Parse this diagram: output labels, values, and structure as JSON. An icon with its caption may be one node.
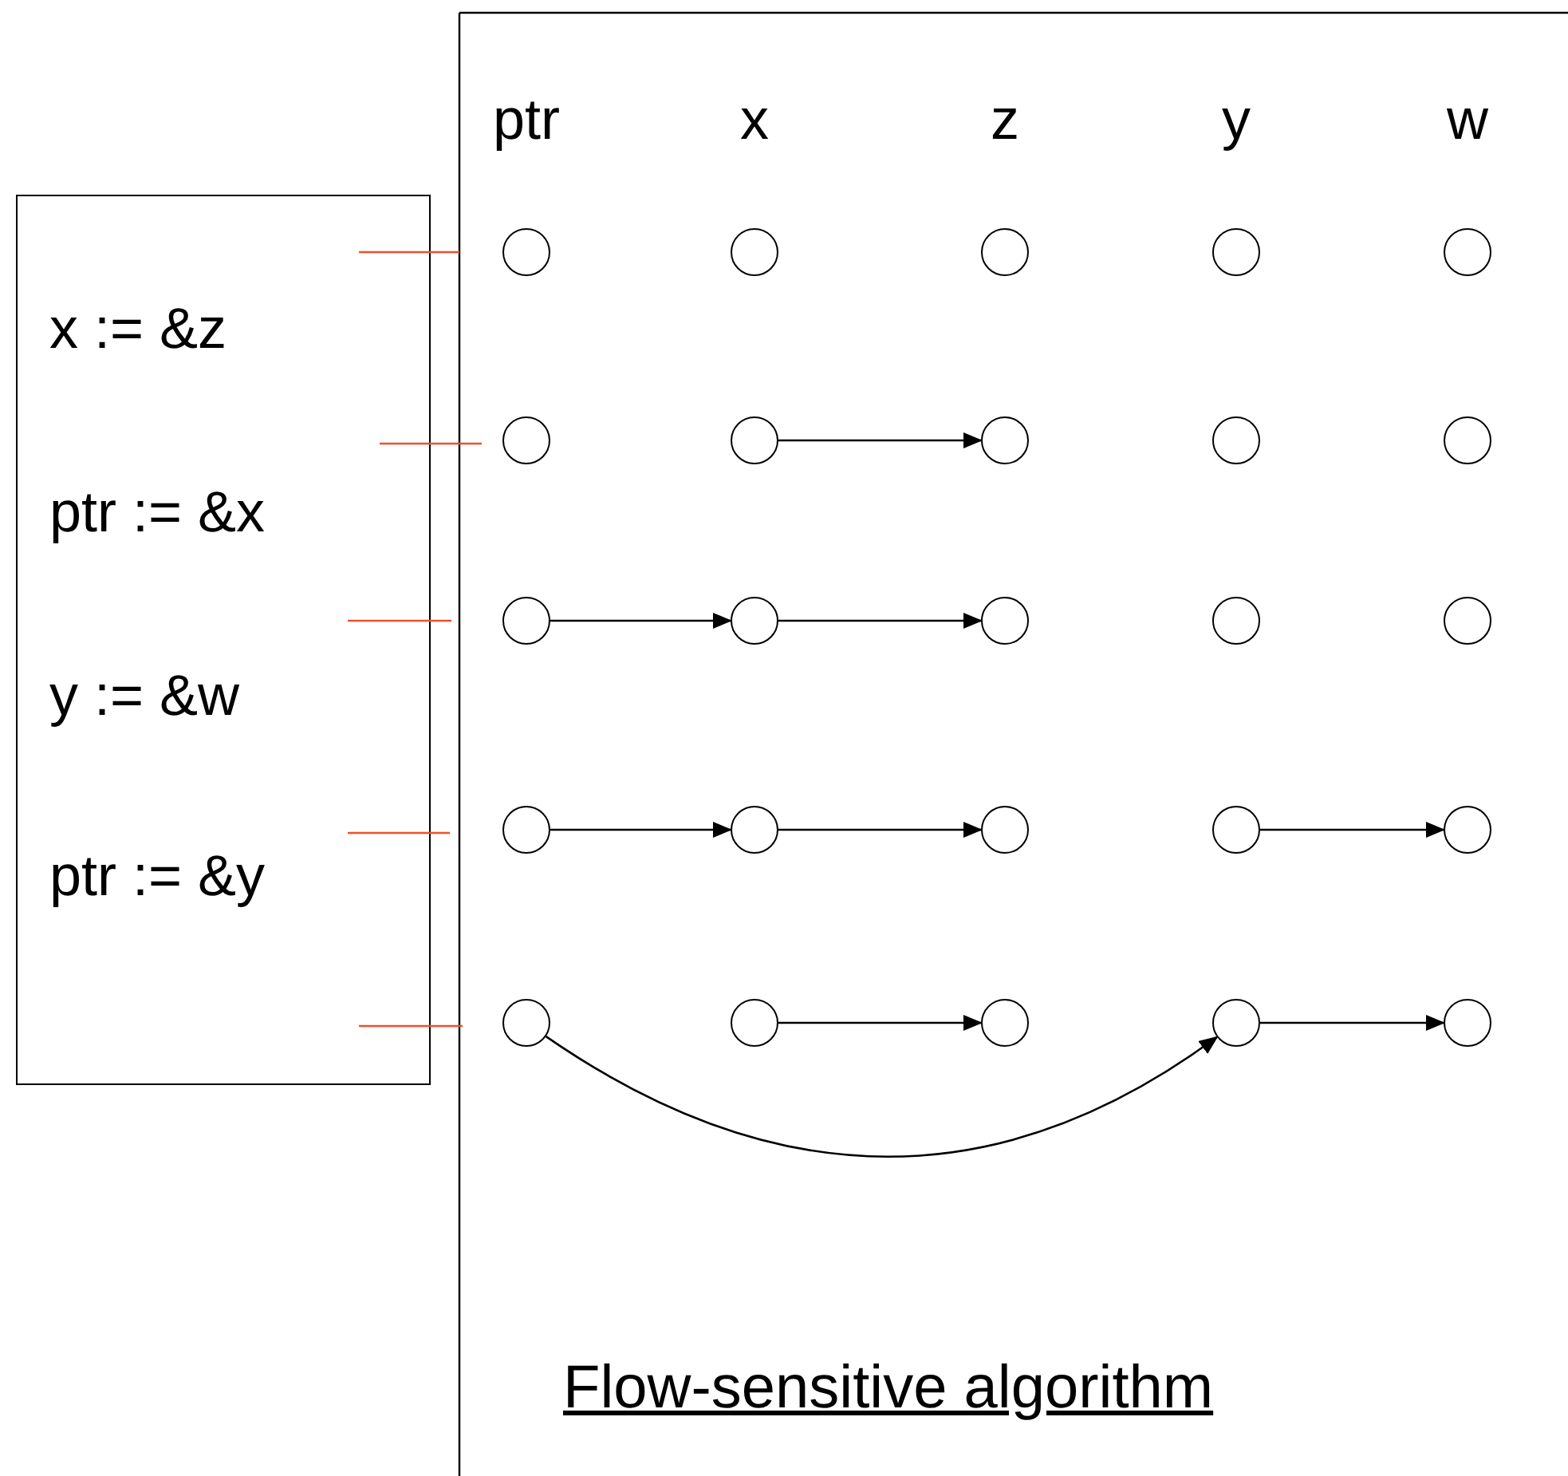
{
  "diagram": {
    "caption": "Flow-sensitive algorithm",
    "nodes": [
      {
        "text": [
          "x := &z",
          "ptr := &x",
          "y := &w",
          "ptr := &y"
        ]
      },
      {
        "text": [],
        "shape": "circle"
      },
      {
        "text": [],
        "shape": "circle"
      },
      {
        "text": [],
        "shape": "circle"
      },
      {
        "text": [],
        "shape": "circle"
      },
      {
        "text": [],
        "shape": "circle"
      },
      {
        "text": [],
        "shape": "circle"
      },
      {
        "text": [],
        "shape": "circle"
      },
      {
        "text": [],
        "shape": "circle"
      },
      {
        "text": [],
        "shape": "circle"
      },
      {
        "text": [],
        "shape": "circle"
      },
      {
        "text": [],
        "shape": "circle"
      },
      {
        "text": [],
        "shape": "circle"
      },
      {
        "text": [],
        "shape": "circle"
      },
      {
        "text": [],
        "shape": "circle"
      },
      {
        "text": [],
        "shape": "circle"
      },
      {
        "text": [],
        "shape": "circle"
      },
      {
        "text": [],
        "shape": "circle"
      },
      {
        "text": [],
        "shape": "circle"
      },
      {
        "text": [],
        "shape": "circle"
      },
      {
        "text": [],
        "shape": "circle"
      },
      {
        "text": [],
        "shape": "circle"
      },
      {
        "text": [],
        "shape": "circle"
      },
      {
        "text": [],
        "shape": "circle"
      },
      {
        "text": [],
        "shape": "circle"
      },
      {
        "text": [],
        "shape": "circle"
      }
    ],
    "edges": [
      {
        "from": 7,
        "to": 8,
        "arrow": "to"
      },
      {
        "from": 11,
        "to": 12,
        "arrow": "to"
      },
      {
        "from": 12,
        "to": 13,
        "arrow": "to"
      },
      {
        "from": 16,
        "to": 17,
        "arrow": "to"
      },
      {
        "from": 17,
        "to": 18,
        "arrow": "to"
      },
      {
        "from": 19,
        "to": 20,
        "arrow": "to"
      },
      {
        "from": 22,
        "to": 23,
        "arrow": "to"
      },
      {
        "from": 21,
        "to": 24,
        "arrow": "to"
      },
      {
        "from": 24,
        "to": 25,
        "arrow": "to"
      }
    ],
    "labels": [
      "ptr",
      "x",
      "z",
      "y",
      "w"
    ]
  }
}
